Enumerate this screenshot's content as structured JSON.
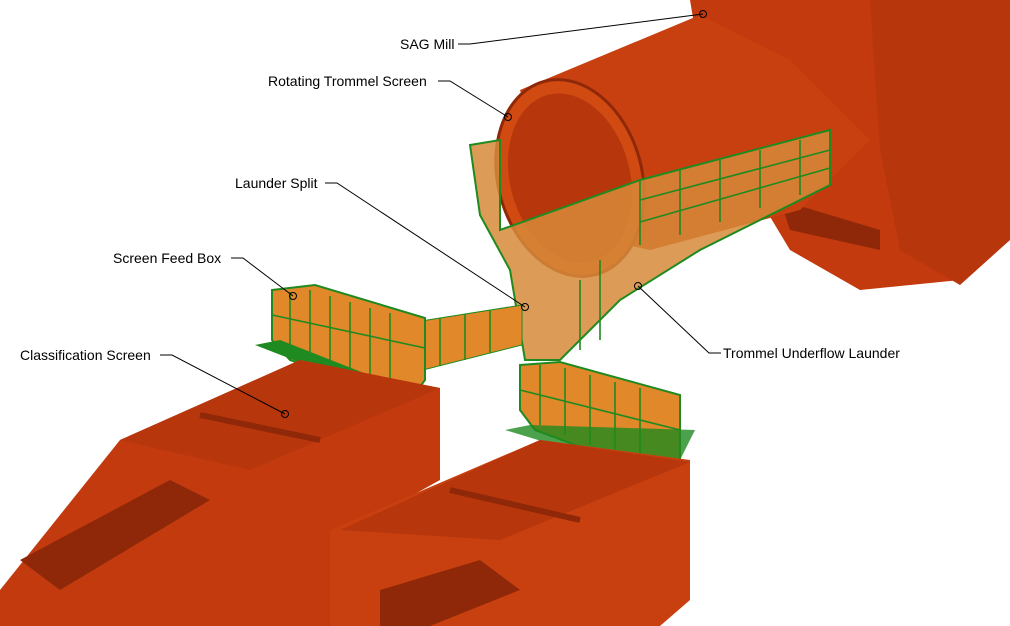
{
  "diagram": {
    "type": "3d-plant-layout-callouts",
    "colors": {
      "steel": "#c23a0e",
      "steel_dark": "#8f2808",
      "launder": "#e0882a",
      "trim": "#1f8a1f"
    },
    "callouts": [
      {
        "id": "sag-mill",
        "label": "SAG Mill"
      },
      {
        "id": "rotating-trommel-screen",
        "label": "Rotating Trommel Screen"
      },
      {
        "id": "launder-split",
        "label": "Launder Split"
      },
      {
        "id": "screen-feed-box",
        "label": "Screen Feed Box"
      },
      {
        "id": "classification-screen",
        "label": "Classification Screen"
      },
      {
        "id": "trommel-underflow-launder",
        "label": "Trommel Underflow Launder"
      }
    ]
  }
}
